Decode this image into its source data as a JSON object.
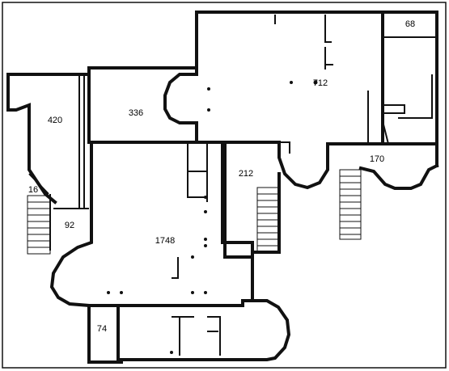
{
  "diagram": {
    "rooms": [
      {
        "id": "r1",
        "label": "68"
      },
      {
        "id": "r2",
        "label": "712"
      },
      {
        "id": "r3",
        "label": "420"
      },
      {
        "id": "r4",
        "label": "336"
      },
      {
        "id": "r5",
        "label": "212"
      },
      {
        "id": "r6",
        "label": "170"
      },
      {
        "id": "r7",
        "label": "16"
      },
      {
        "id": "r8",
        "label": "92"
      },
      {
        "id": "r9",
        "label": "1748"
      },
      {
        "id": "r10",
        "label": "74"
      }
    ]
  }
}
